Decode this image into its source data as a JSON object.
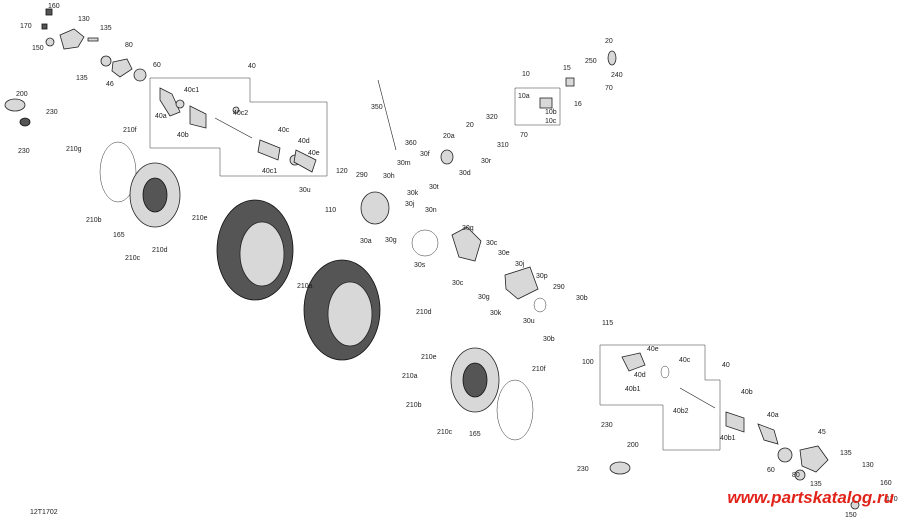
{
  "labels": [
    "160",
    "170",
    "130",
    "135",
    "150",
    "135",
    "80",
    "60",
    "46",
    "40",
    "40c1",
    "40a",
    "40c2",
    "40b",
    "40c",
    "40d",
    "40e",
    "40c1",
    "120",
    "110",
    "30u",
    "200",
    "230",
    "230",
    "210f",
    "210g",
    "210b",
    "165",
    "210c",
    "210d",
    "210e",
    "210a",
    "350",
    "360",
    "30m",
    "30h",
    "30f",
    "290",
    "30k",
    "30j",
    "30n",
    "30a",
    "30g",
    "30s",
    "20a",
    "20",
    "320",
    "310",
    "30r",
    "30d",
    "30t",
    "10",
    "15",
    "250",
    "20",
    "240",
    "70",
    "16",
    "10a",
    "10b",
    "10c",
    "70",
    "30q",
    "30c",
    "30e",
    "30j",
    "30p",
    "30c",
    "290",
    "30g",
    "30k",
    "30u",
    "30b",
    "30b",
    "115",
    "100",
    "40",
    "40e",
    "40d",
    "40c",
    "40b1",
    "40b",
    "40b2",
    "40a",
    "40b1",
    "210d",
    "210e",
    "210a",
    "210f",
    "210b",
    "210c",
    "165",
    "230",
    "230",
    "200",
    "45",
    "60",
    "80",
    "135",
    "130",
    "135",
    "150",
    "170",
    "160"
  ],
  "code": "12T1702",
  "watermark": "www.partskatalog.ru"
}
